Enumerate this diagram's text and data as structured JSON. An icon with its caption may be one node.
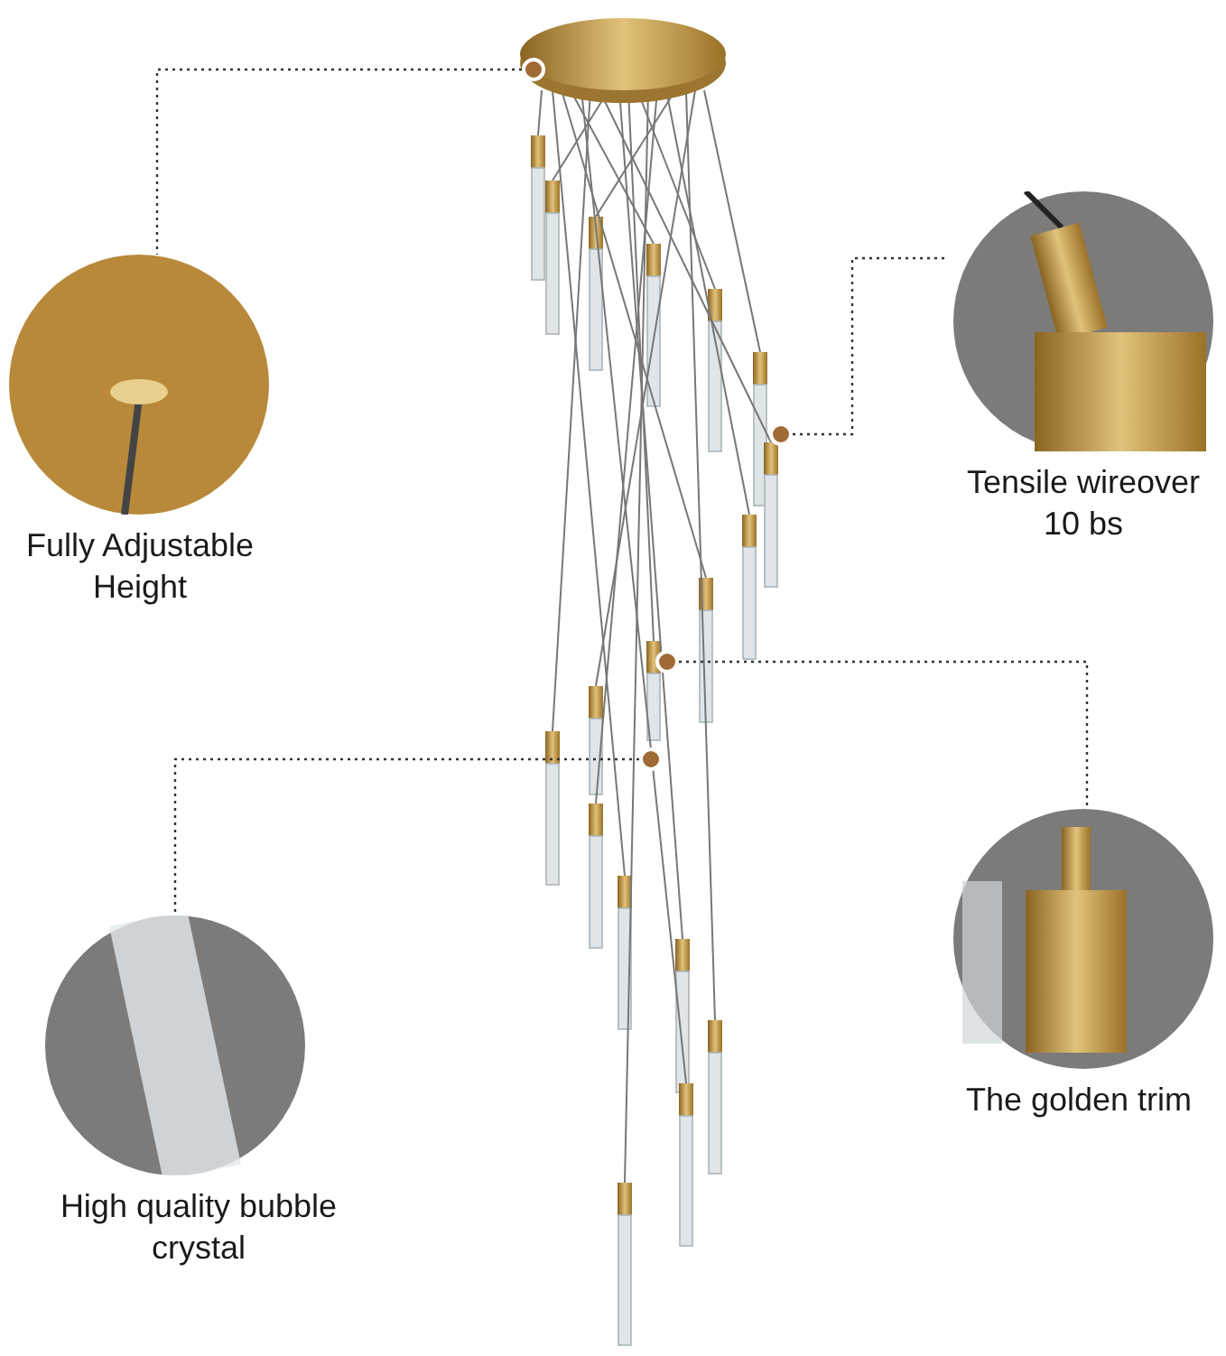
{
  "diagram": {
    "nodes": [
      {
        "text": [
          "Fully Adjustable Height"
        ]
      },
      {
        "text": [
          "Tensile wireover 10 bs"
        ]
      },
      {
        "text": [
          "High quality bubble crystal"
        ]
      },
      {
        "text": [
          "The golden trim"
        ]
      },
      {
        "text": [],
        "shape": "circle"
      },
      {
        "text": [],
        "shape": "circle"
      },
      {
        "text": [],
        "shape": "circle"
      },
      {
        "text": [],
        "shape": "circle"
      }
    ],
    "edges": [
      {
        "from": 4,
        "to": 0,
        "arrow": "none",
        "style": "dashed"
      },
      {
        "from": 5,
        "to": 1,
        "arrow": "none",
        "style": "dashed"
      },
      {
        "from": 6,
        "to": 3,
        "arrow": "none",
        "style": "dashed"
      },
      {
        "from": 7,
        "to": 2,
        "arrow": "none",
        "style": "dashed"
      }
    ]
  }
}
